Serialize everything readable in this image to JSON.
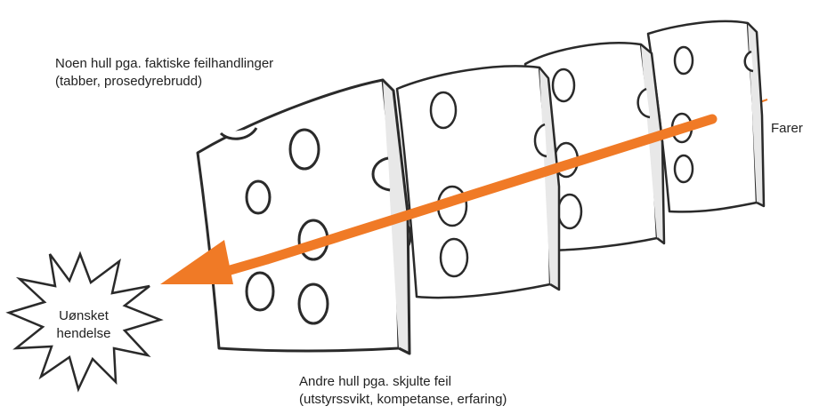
{
  "labels": {
    "top_line1": "Noen hull pga. faktiske feilhandlinger",
    "top_line2": "(tabber, prosedyrebrudd)",
    "bottom_line1": "Andre hull pga. skjulte feil",
    "bottom_line2": "(utstyrssvikt, kompetanse, erfaring)",
    "hazard": "Farer",
    "event_line1": "Uønsket",
    "event_line2": "hendelse"
  },
  "colors": {
    "arrow": "#f07a26",
    "outline": "#2a2a2a",
    "fill": "#ffffff"
  },
  "slices": 4
}
